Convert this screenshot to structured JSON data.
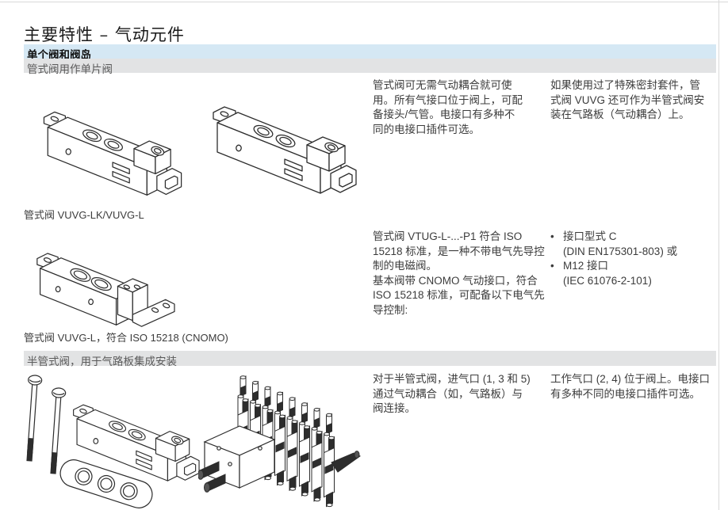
{
  "page": {
    "title": "主要特性 – 气动元件"
  },
  "section_single": {
    "header": "单个阀和阀岛",
    "subheader": "管式阀用作单片阀",
    "para_left": "管式阀可无需气动耦合就可使用。所有气接口位于阀上，可配备接头/气管。电接口有多种不同的电接口插件可选。",
    "para_right": "如果使用过了特殊密封套件，管式阀 VUVG 还可作为半管式阀安装在气路板（气动耦合）上。",
    "caption": "管式阀 VUVG-LK/VUVG-L"
  },
  "section_iso": {
    "para_left_1": "管式阀 VTUG-L-...-P1 符合 ISO 15218 标准，是一种不带电气先导控制的电磁阀。",
    "para_left_2": "基本阀带 CNOMO 气动接口，符合 ISO 15218 标准，可配备以下电气先导控制:",
    "options": [
      {
        "title": "接口型式 C",
        "detail": "(DIN EN175301-803) 或"
      },
      {
        "title": "M12 接口",
        "detail": "(IEC 61076-2-101)"
      }
    ],
    "caption": "管式阀 VUVG-L，符合 ISO 15218 (CNOMO)"
  },
  "section_semi": {
    "header": "半管式阀，用于气路板集成安装",
    "para_left": "对于半管式阀，进气口 (1, 3 和 5) 通过气动耦合（如，气路板）与阀连接。",
    "para_right": "工作气口 (2, 4) 位于阀上。电接口有多种不同的电接口插件可选。"
  },
  "figures": {
    "fig1": "inline-valve-drawing-1",
    "fig2": "inline-valve-drawing-2",
    "fig3": "iso-cnomo-valve-drawing",
    "fig4": "semi-inline-valve-screws-seal-plate-drawing",
    "fig5": "valve-terminal-manifold-drawing"
  },
  "colors": {
    "band_blue": "#d5e8f4",
    "band_gray": "#e2e3e4",
    "body_text": "#3c3c3c",
    "line_art": "#2d2d2d"
  }
}
